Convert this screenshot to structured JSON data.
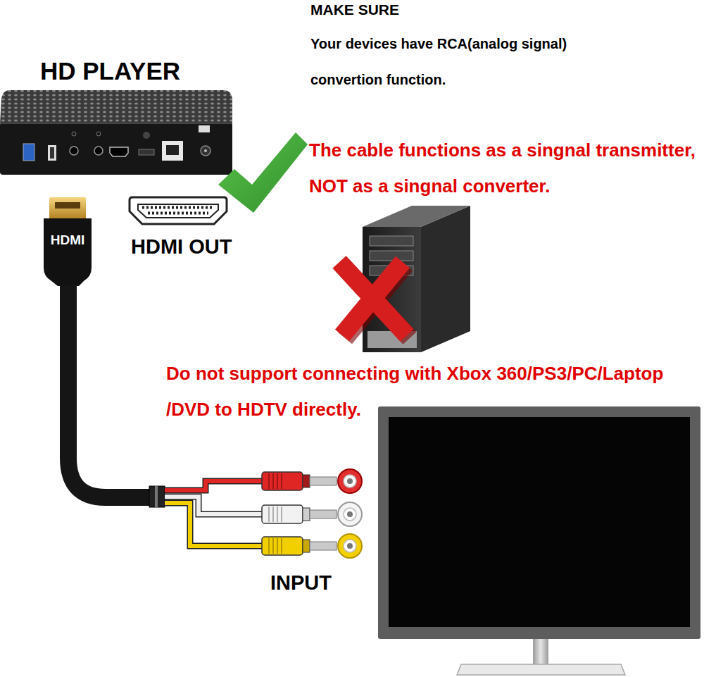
{
  "diagram": {
    "labels": [
      "MAKE SURE",
      "Your devices have RCA(analog signal) convertion function.",
      "HD PLAYER",
      "The cable functions as a singnal transmitter, NOT as a singnal converter.",
      "HDMI",
      "HDMI OUT",
      "Do not support connecting with Xbox 360/PS3/PC/Laptop /DVD to HDTV directly.",
      "INPUT"
    ]
  }
}
